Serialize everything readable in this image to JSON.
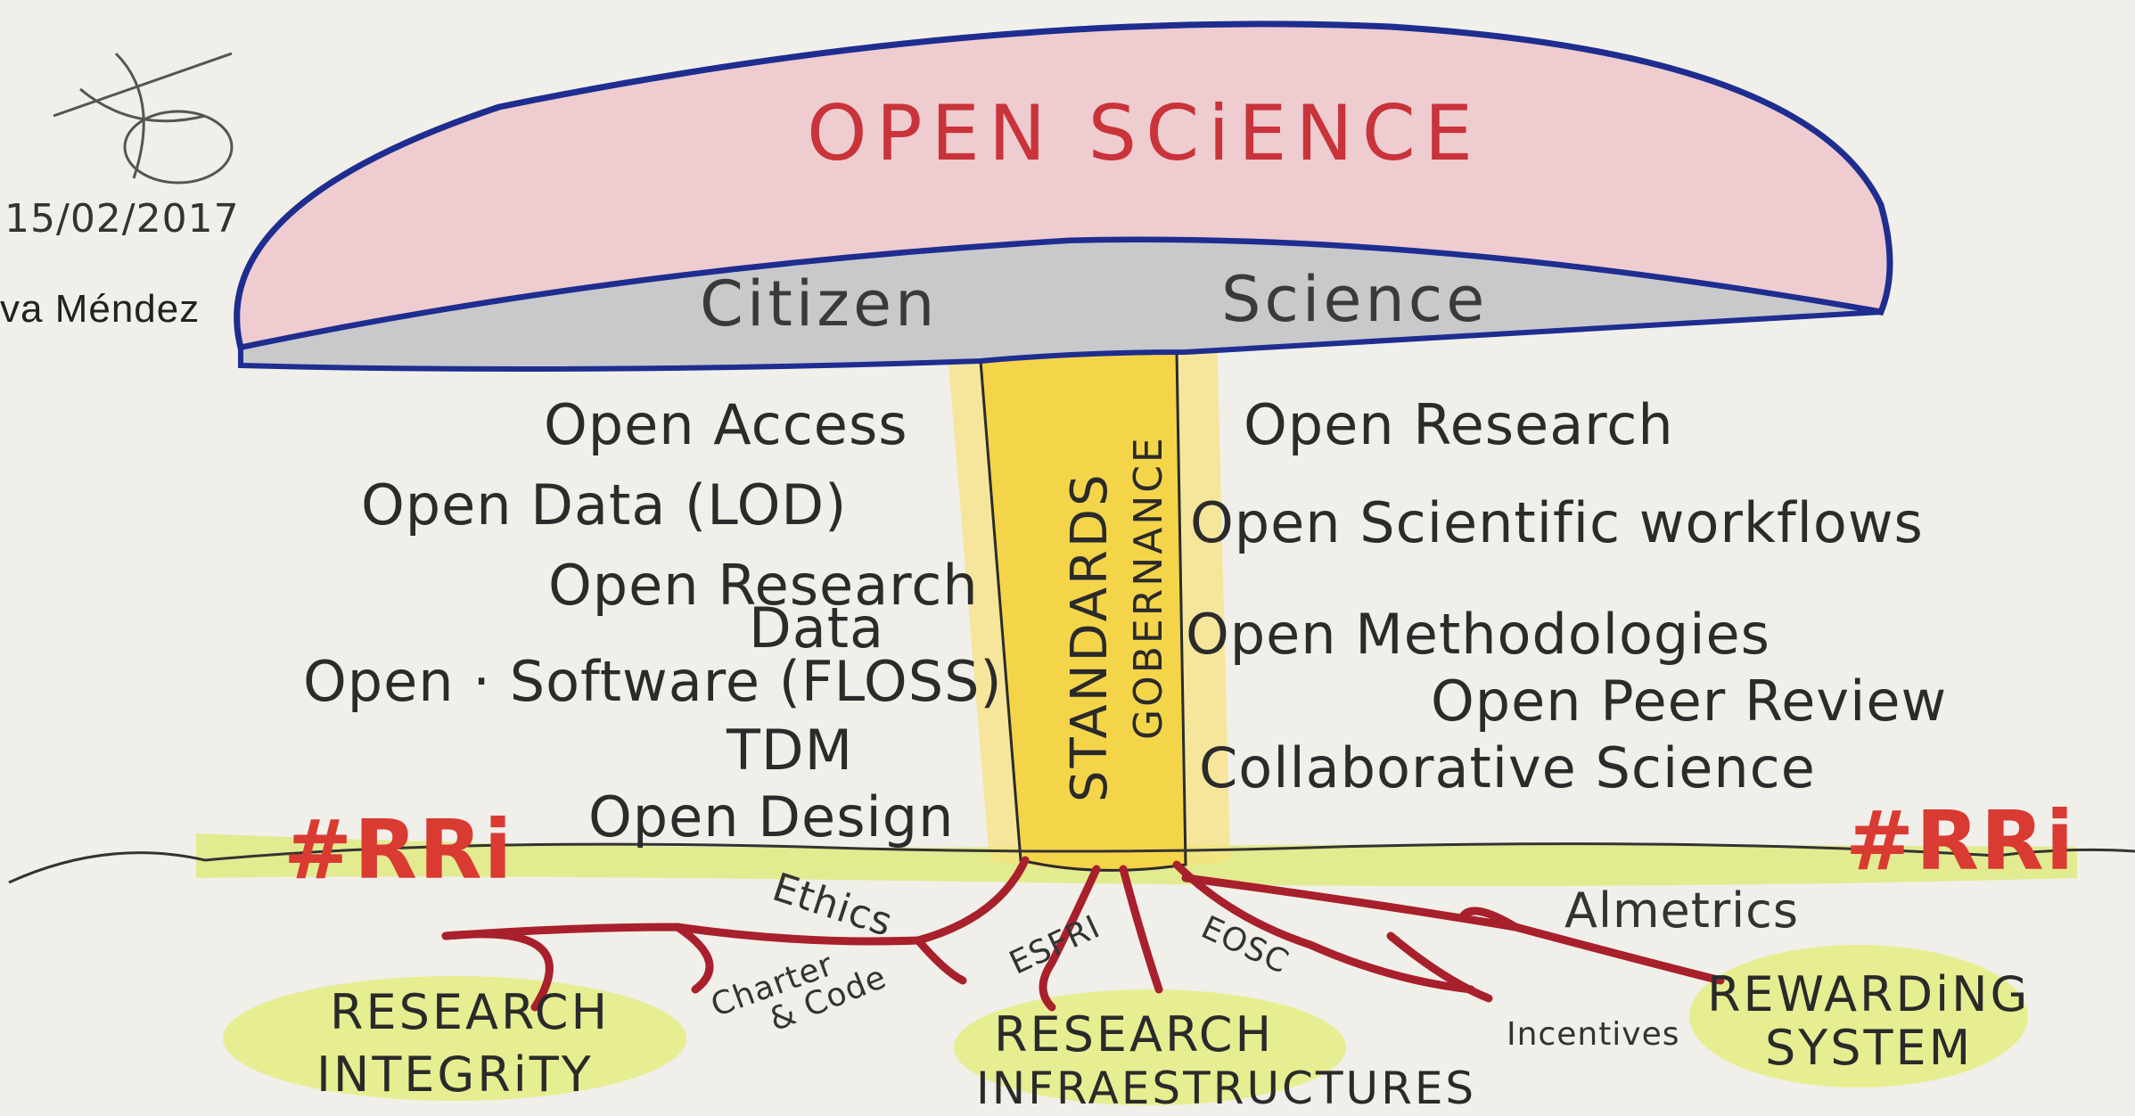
{
  "signature": {
    "date": "15/02/2017",
    "author": "va Méndez"
  },
  "cap": {
    "title": "OPEN SCiENCE",
    "left": "Citizen",
    "right": "Science"
  },
  "stem": {
    "standards": "STANDARDS",
    "governance": "GOBERNANCE"
  },
  "left_items": [
    "Open Access",
    "Open Data (LOD)",
    "Open Research",
    "Data",
    "Open · Software (FLOSS)",
    "TDM",
    "Open Design"
  ],
  "right_items": [
    "Open Research",
    "Open Scientific workflows",
    "Open Methodologies",
    "Open Peer Review",
    "Collaborative Science"
  ],
  "rri": {
    "left": "#RRi",
    "right": "#RRi"
  },
  "roots": {
    "ethics": "Ethics",
    "charter": "Charter",
    "code": "& Code",
    "esfri": "ESFRI",
    "eosc": "EOSC",
    "altmetrics": "Almetrics",
    "incentives": "Incentives"
  },
  "categories": {
    "integrity_1": "RESEARCH",
    "integrity_2": "INTEGRiTY",
    "infra_1": "RESEARCH",
    "infra_2": "INFRAESTRUCTURES",
    "reward_1": "REWARDiNG",
    "reward_2": "SYSTEM"
  },
  "colors": {
    "cap_fill": "#eeccd0",
    "cap_stroke": "#1e2d8f",
    "title": "#c9333a",
    "stem": "#f4d54a",
    "ground": "#d9ea6a",
    "roots": "#a8202c",
    "rri": "#d93a32",
    "halo": "#e3ee7a"
  }
}
